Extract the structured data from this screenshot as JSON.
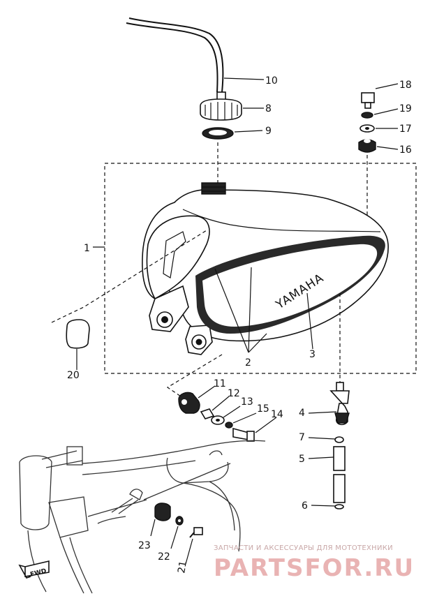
{
  "labels": {
    "p1": "1",
    "p2": "2",
    "p3": "3",
    "p4": "4",
    "p5": "5",
    "p6": "6",
    "p7": "7",
    "p8": "8",
    "p9": "9",
    "p10": "10",
    "p11": "11",
    "p12": "12",
    "p13": "13",
    "p14": "14",
    "p15": "15",
    "p16": "16",
    "p17": "17",
    "p18": "18",
    "p19": "19",
    "p20": "20",
    "p21": "21",
    "p22": "22",
    "p23": "23"
  },
  "tank_brand": "YAMAHA",
  "fwd_mark": "FWD",
  "watermark": {
    "line1": "ЗАПЧАСТИ И АКСЕССУАРЫ ДЛЯ МОТОТЕХНИКИ",
    "line2": "PARTSFOR.RU"
  }
}
